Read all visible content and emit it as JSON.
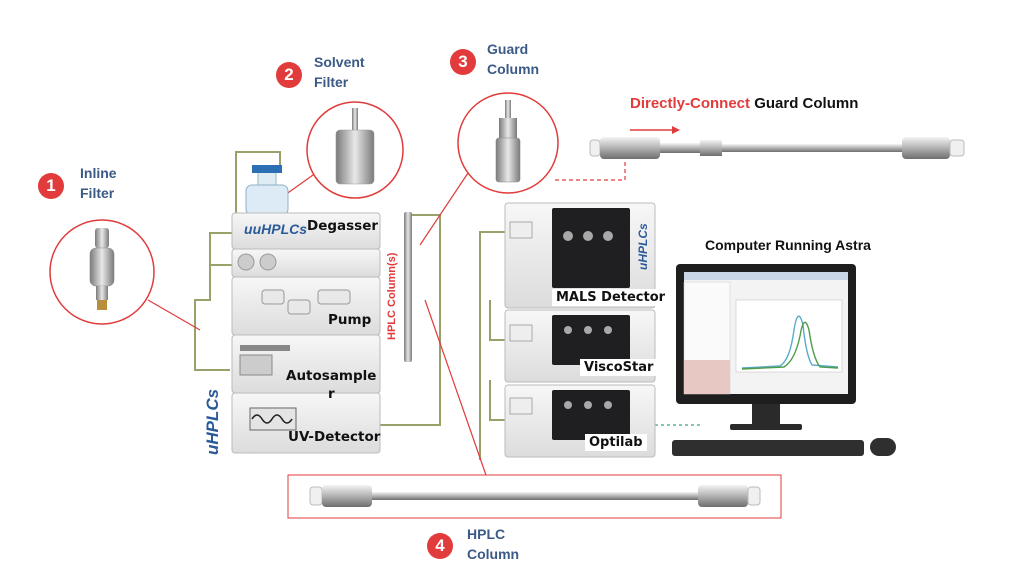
{
  "callouts": {
    "inline_filter": {
      "number": "1",
      "line1": "Inline",
      "line2": "Filter"
    },
    "solvent_filter": {
      "number": "2",
      "line1": "Solvent",
      "line2": "Filter"
    },
    "guard_column": {
      "number": "3",
      "line1": "Guard",
      "line2": "Column"
    },
    "hplc_column": {
      "number": "4",
      "line1": "HPLC",
      "line2": "Column"
    }
  },
  "direct_connect": {
    "highlight": "Directly-Connect",
    "rest": "Guard Column"
  },
  "computer_label": "Computer Running Astra",
  "hplc_stack": {
    "brand": "uHPLCs",
    "modules": {
      "degasser": "Degasser",
      "pump": "Pump",
      "autosampler_line1": "Autosample",
      "autosampler_line2": "r",
      "uv_detector": "UV-Detector"
    },
    "column_label": "HPLC Column(s)"
  },
  "detector_stack": {
    "brand": "uHPLCs",
    "mals": "MALS Detector",
    "viscostar": "ViscoStar",
    "optilab": "Optilab"
  },
  "colors": {
    "accent_red": "#e23b3b",
    "label_blue": "#3b5a85",
    "brand_blue": "#2b5a99",
    "brand_green": "#5a9a3b"
  }
}
